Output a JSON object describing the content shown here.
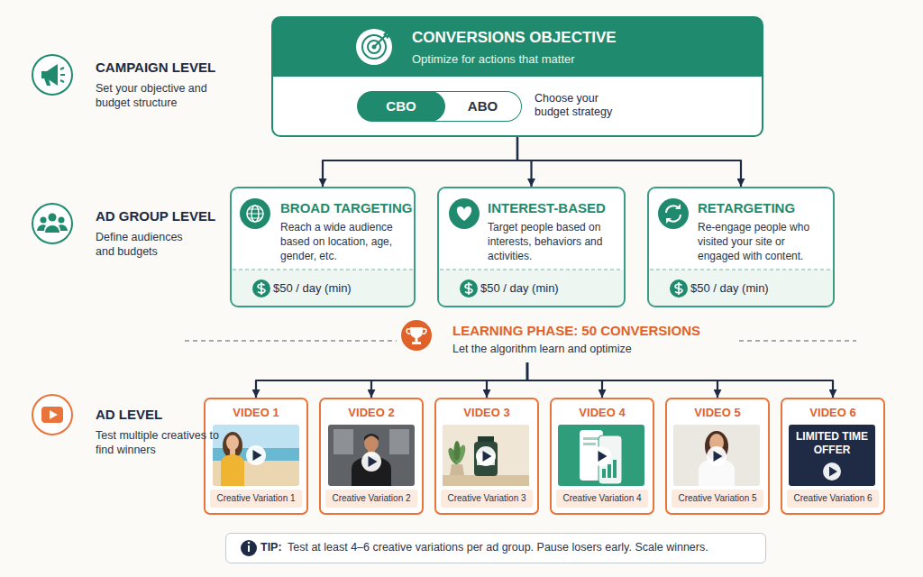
{
  "diagram": {
    "nodes": [
      {
        "text": [
          "CONVERSIONS OBJECTIVE",
          "Optimize for actions that matter",
          "Choose your budget strategy"
        ]
      },
      {
        "text": [
          "CBO"
        ],
        "in": 0
      },
      {
        "text": [
          "ABO"
        ],
        "in": 0
      },
      {
        "text": [
          "BROAD TARGETING",
          "Reach a wide audience based on location, age, gender, etc.",
          "$50 / day (min)"
        ]
      },
      {
        "text": [
          "INTEREST-BASED",
          "Target people based on interests, behaviors and activities.",
          "$50 / day (min)"
        ]
      },
      {
        "text": [
          "RETARGETING",
          "Re-engage people who visited your site or engaged with content.",
          "$50 / day (min)"
        ]
      },
      {
        "text": [
          "LEARNING PHASE: 50 CONVERSIONS",
          "Let the algorithm learn and optimize"
        ]
      },
      {
        "text": [
          "VIDEO 1",
          "Creative Variation 1"
        ]
      },
      {
        "text": [
          "VIDEO 2",
          "Creative Variation 2"
        ]
      },
      {
        "text": [
          "VIDEO 3",
          "Creative Variation 3"
        ]
      },
      {
        "text": [
          "VIDEO 4",
          "Creative Variation 4"
        ]
      },
      {
        "text": [
          "VIDEO 5",
          "Creative Variation 5"
        ]
      },
      {
        "text": [
          "VIDEO 6",
          "Creative Variation 6"
        ]
      },
      {
        "text": [
          "TIP:",
          "Test at least 4–6 creative variations per ad group. Pause losers early. Scale winners."
        ]
      }
    ],
    "edges": [
      {
        "from": 0,
        "to": 3,
        "arrow": "to"
      },
      {
        "from": 0,
        "to": 4,
        "arrow": "to"
      },
      {
        "from": 0,
        "to": 5,
        "arrow": "to"
      },
      {
        "from": 6,
        "to": 7,
        "arrow": "to"
      },
      {
        "from": 6,
        "to": 8,
        "arrow": "to"
      },
      {
        "from": 6,
        "to": 9,
        "arrow": "to"
      },
      {
        "from": 6,
        "to": 10,
        "arrow": "to"
      },
      {
        "from": 6,
        "to": 11,
        "arrow": "to"
      },
      {
        "from": 6,
        "to": 12,
        "arrow": "to"
      }
    ],
    "labels": [
      "CAMPAIGN LEVEL",
      "Set your objective and budget structure",
      "AD GROUP LEVEL",
      "Define audiences and budgets",
      "AD LEVEL",
      "Test multiple creatives to find winners",
      "LIMITED TIME OFFER"
    ]
  }
}
